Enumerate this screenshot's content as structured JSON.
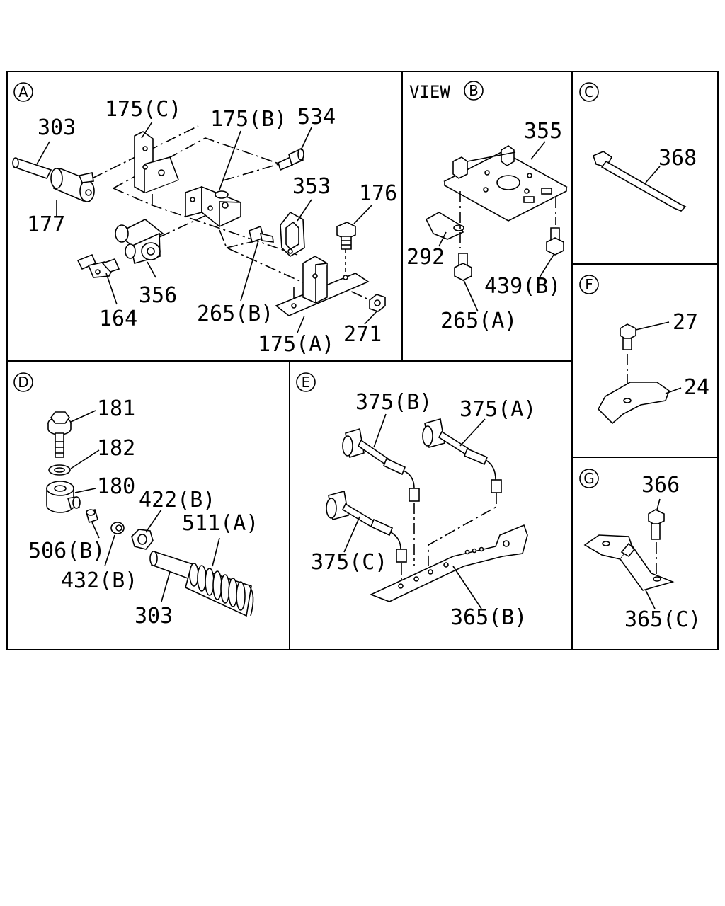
{
  "panels": {
    "A": {
      "id": "A",
      "labels": {
        "p303": "303",
        "p175c": "175(C)",
        "p175b": "175(B)",
        "p534": "534",
        "p177": "177",
        "p353": "353",
        "p176": "176",
        "p356": "356",
        "p164": "164",
        "p265b": "265(B)",
        "p175a": "175(A)",
        "p271": "271"
      }
    },
    "B": {
      "view_text": "VIEW",
      "id": "B",
      "labels": {
        "p355": "355",
        "p292": "292",
        "p439b": "439(B)",
        "p265a": "265(A)"
      }
    },
    "C": {
      "id": "C",
      "labels": {
        "p368": "368"
      }
    },
    "D": {
      "id": "D",
      "labels": {
        "p181": "181",
        "p182": "182",
        "p180": "180",
        "p422b": "422(B)",
        "p511a": "511(A)",
        "p506b": "506(B)",
        "p432b": "432(B)",
        "p303": "303"
      }
    },
    "E": {
      "id": "E",
      "labels": {
        "p375b": "375(B)",
        "p375a": "375(A)",
        "p375c": "375(C)",
        "p365b": "365(B)"
      }
    },
    "F": {
      "id": "F",
      "labels": {
        "p27": "27",
        "p24": "24"
      }
    },
    "G": {
      "id": "G",
      "labels": {
        "p366": "366",
        "p365c": "365(C)"
      }
    }
  }
}
